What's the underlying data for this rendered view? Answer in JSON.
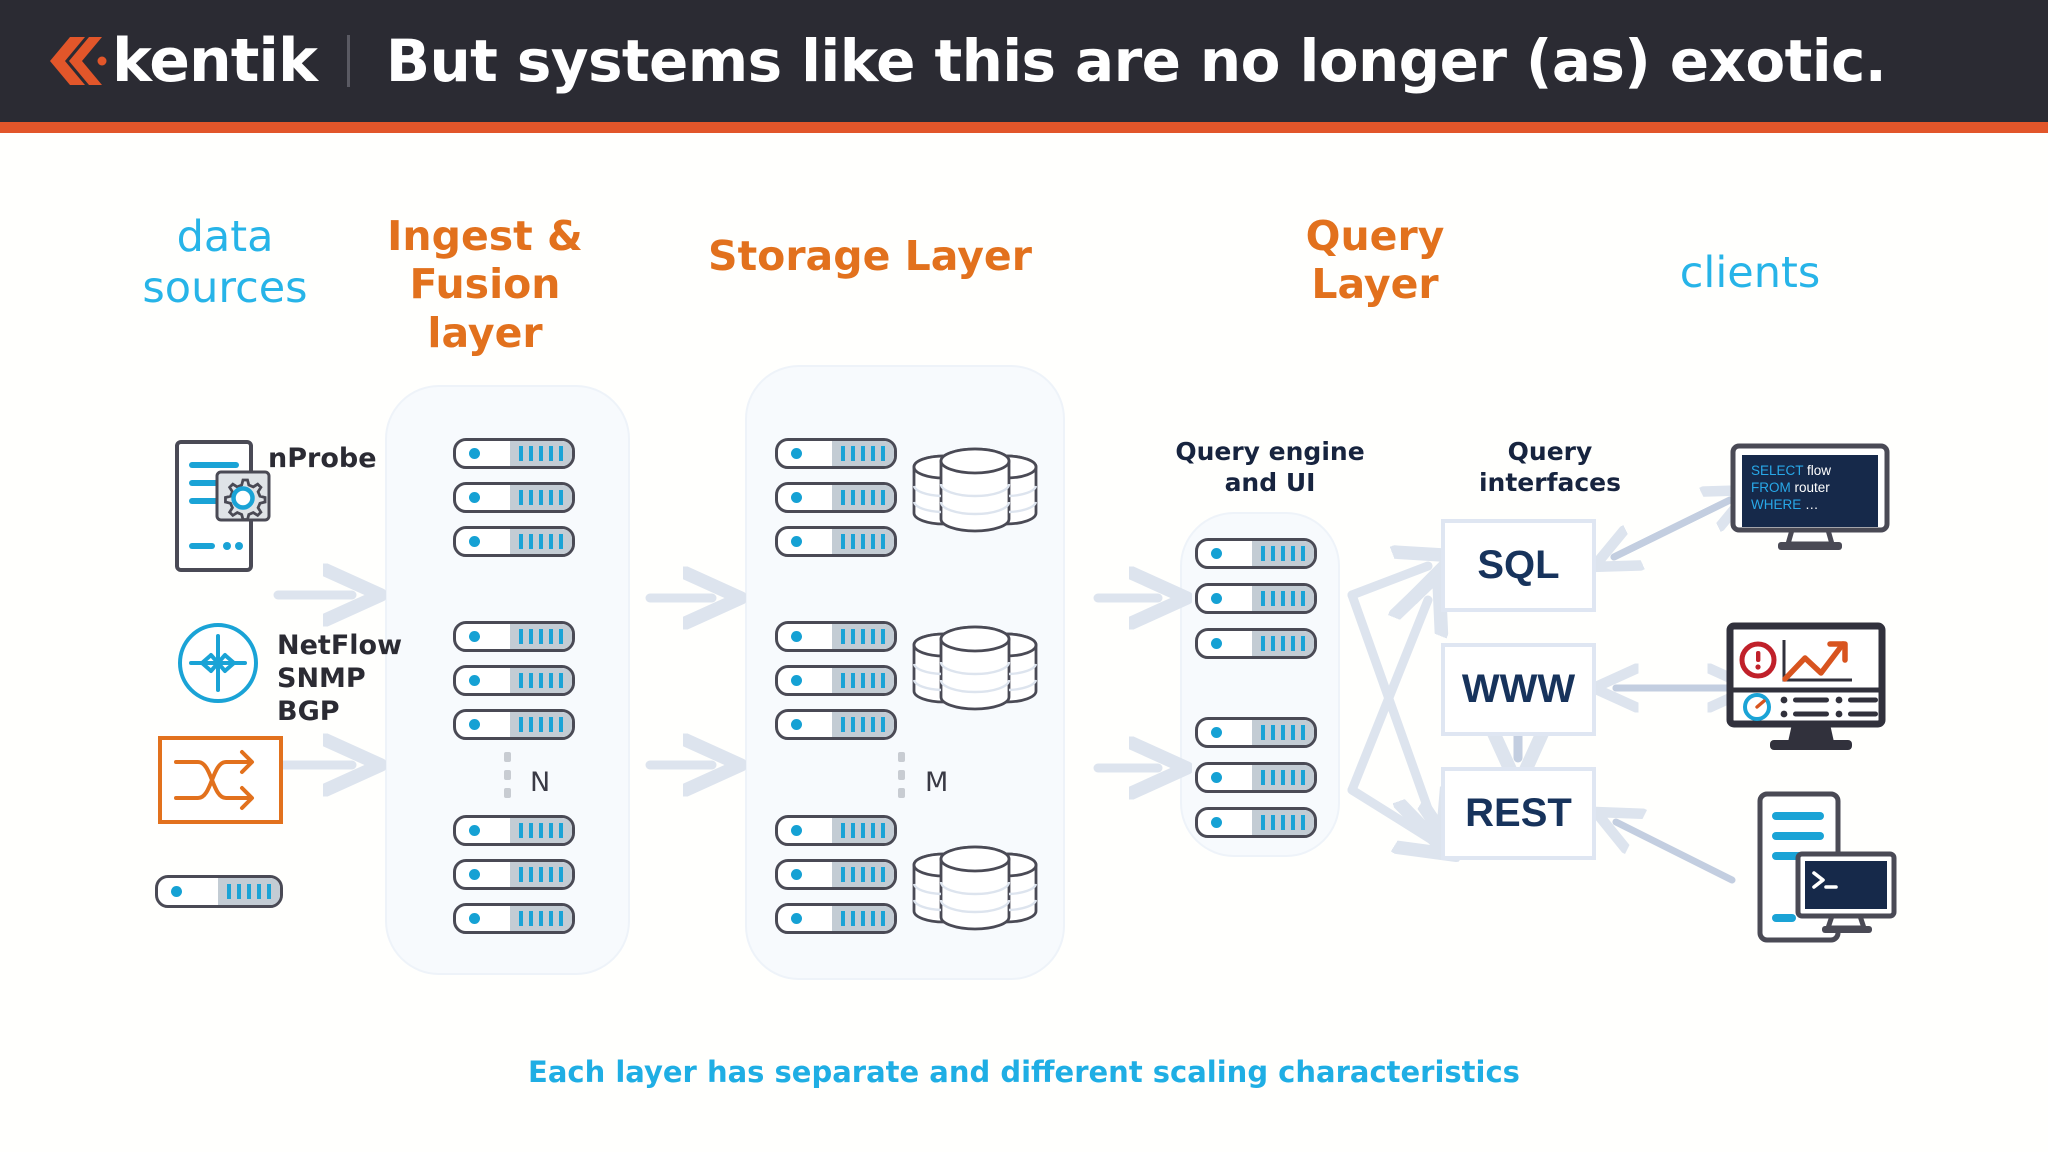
{
  "header": {
    "brand": "kentik",
    "logo_icon": "kentik-chevrons-logo",
    "title": "But systems like this are no longer (as) exotic.",
    "bar_color": "#2b2b33",
    "accent_color": "#e2562a"
  },
  "columns": [
    {
      "id": "data-sources",
      "label": "data\nsources",
      "color": "#27b4e8"
    },
    {
      "id": "ingest",
      "label": "Ingest &\nFusion layer",
      "color": "#e2711d"
    },
    {
      "id": "storage",
      "label": "Storage Layer",
      "color": "#e2711d"
    },
    {
      "id": "query",
      "label": "Query\nLayer",
      "color": "#e2711d"
    },
    {
      "id": "clients",
      "label": "clients",
      "color": "#27b4e8"
    }
  ],
  "sources": [
    {
      "icon": "server-gear-icon",
      "label": "nProbe"
    },
    {
      "icon": "router-arrows-icon",
      "label": "NetFlow\nSNMP\nBGP"
    },
    {
      "icon": "switch-icon",
      "label": ""
    },
    {
      "icon": "server-unit-icon",
      "label": ""
    }
  ],
  "ingest": {
    "scale_label": "N",
    "server_count_top": 3,
    "server_count_bottom": 3,
    "ellipsis_icon": "vertical-ellipsis-icon"
  },
  "storage": {
    "scale_label": "M",
    "server_count_top": 3,
    "server_count_bottom": 3,
    "db_cluster_count": 3,
    "db_icon": "database-cylinder-cluster-icon",
    "ellipsis_icon": "vertical-ellipsis-icon"
  },
  "query": {
    "engine_heading": "Query engine\nand UI",
    "interfaces_heading": "Query\ninterfaces",
    "engine_server_count_top": 3,
    "engine_server_count_bottom": 3,
    "interfaces": [
      {
        "id": "sql",
        "label": "SQL"
      },
      {
        "id": "www",
        "label": "WWW"
      },
      {
        "id": "rest",
        "label": "REST"
      }
    ]
  },
  "clients": [
    {
      "id": "sql-monitor",
      "icon": "desktop-monitor-icon",
      "screen_lines": [
        {
          "keyword": "SELECT",
          "rest": " flow"
        },
        {
          "keyword": "FROM",
          "rest": " router"
        },
        {
          "keyword": "WHERE",
          "rest": " …"
        }
      ]
    },
    {
      "id": "dashboard-monitor",
      "icon": "dashboard-monitor-icon"
    },
    {
      "id": "terminal-workstation",
      "icon": "pc-terminal-icon"
    }
  ],
  "footer": {
    "caption": "Each layer has separate and different scaling characteristics",
    "color": "#1faee4"
  },
  "palette": {
    "dark_navy": "#17243f",
    "kentik_orange": "#e2562a",
    "kentik_blue": "#27b4e8",
    "server_led": "#15a1d4",
    "arrow_gray": "#dde4ee",
    "panel_bg": "#f7fafd"
  }
}
